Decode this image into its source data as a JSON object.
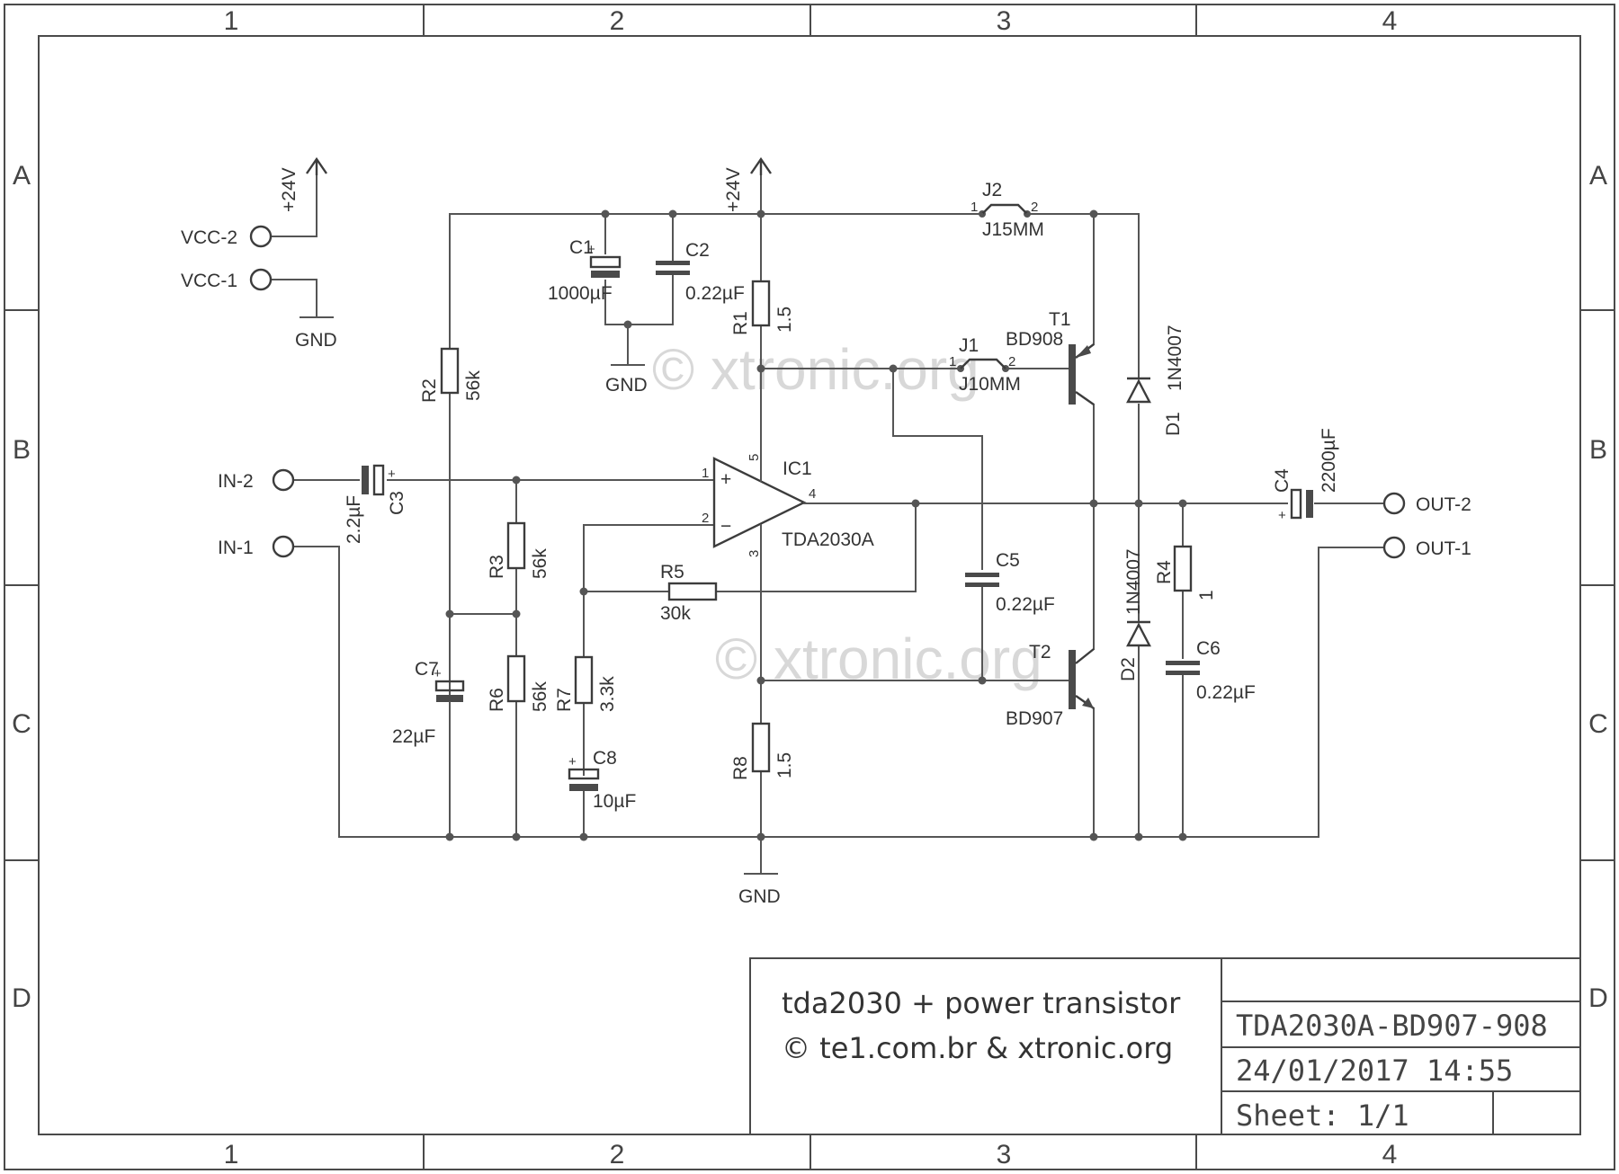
{
  "border": {
    "columns": [
      "1",
      "2",
      "3",
      "4"
    ],
    "rows": [
      "A",
      "B",
      "C",
      "D"
    ]
  },
  "watermark": "© xtronic.org",
  "title_block": {
    "title": "tda2030 + power transistor",
    "credit": "© te1.com.br & xtronic.org",
    "part_name": "TDA2030A-BD907-908",
    "date": "24/01/2017 14:55",
    "sheet": "Sheet: 1/1"
  },
  "connectors": {
    "vcc2": "VCC-2",
    "vcc1": "VCC-1",
    "in2": "IN-2",
    "in1": "IN-1",
    "out2": "OUT-2",
    "out1": "OUT-1"
  },
  "supplies": {
    "v24": "+24V",
    "gnd": "GND"
  },
  "components": {
    "r1": {
      "ref": "R1",
      "value": "1.5"
    },
    "r2": {
      "ref": "R2",
      "value": "56k"
    },
    "r3": {
      "ref": "R3",
      "value": "56k"
    },
    "r4": {
      "ref": "R4",
      "value": "1"
    },
    "r5": {
      "ref": "R5",
      "value": "30k"
    },
    "r6": {
      "ref": "R6",
      "value": "56k"
    },
    "r7": {
      "ref": "R7",
      "value": "3.3k"
    },
    "r8": {
      "ref": "R8",
      "value": "1.5"
    },
    "c1": {
      "ref": "C1",
      "value": "1000µF"
    },
    "c2": {
      "ref": "C2",
      "value": "0.22µF"
    },
    "c3": {
      "ref": "C3",
      "value": "2.2µF"
    },
    "c4": {
      "ref": "C4",
      "value": "2200µF"
    },
    "c5": {
      "ref": "C5",
      "value": "0.22µF"
    },
    "c6": {
      "ref": "C6",
      "value": "0.22µF"
    },
    "c7": {
      "ref": "C7",
      "value": "22µF"
    },
    "c8": {
      "ref": "C8",
      "value": "10µF"
    },
    "d1": {
      "ref": "D1",
      "value": "1N4007"
    },
    "d2": {
      "ref": "D2",
      "value": "1N4007"
    },
    "t1": {
      "ref": "T1",
      "value": "BD908"
    },
    "t2": {
      "ref": "T2",
      "value": "BD907"
    },
    "j1": {
      "ref": "J1",
      "value": "J10MM"
    },
    "j2": {
      "ref": "J2",
      "value": "J15MM"
    },
    "ic1": {
      "ref": "IC1",
      "value": "TDA2030A"
    }
  },
  "pins": {
    "ic_in_plus": "1",
    "ic_in_minus": "2",
    "ic_v_minus": "3",
    "ic_out": "4",
    "ic_v_plus": "5",
    "jumper_a": "1",
    "jumper_b": "2",
    "plus": "+",
    "minus": "−"
  }
}
